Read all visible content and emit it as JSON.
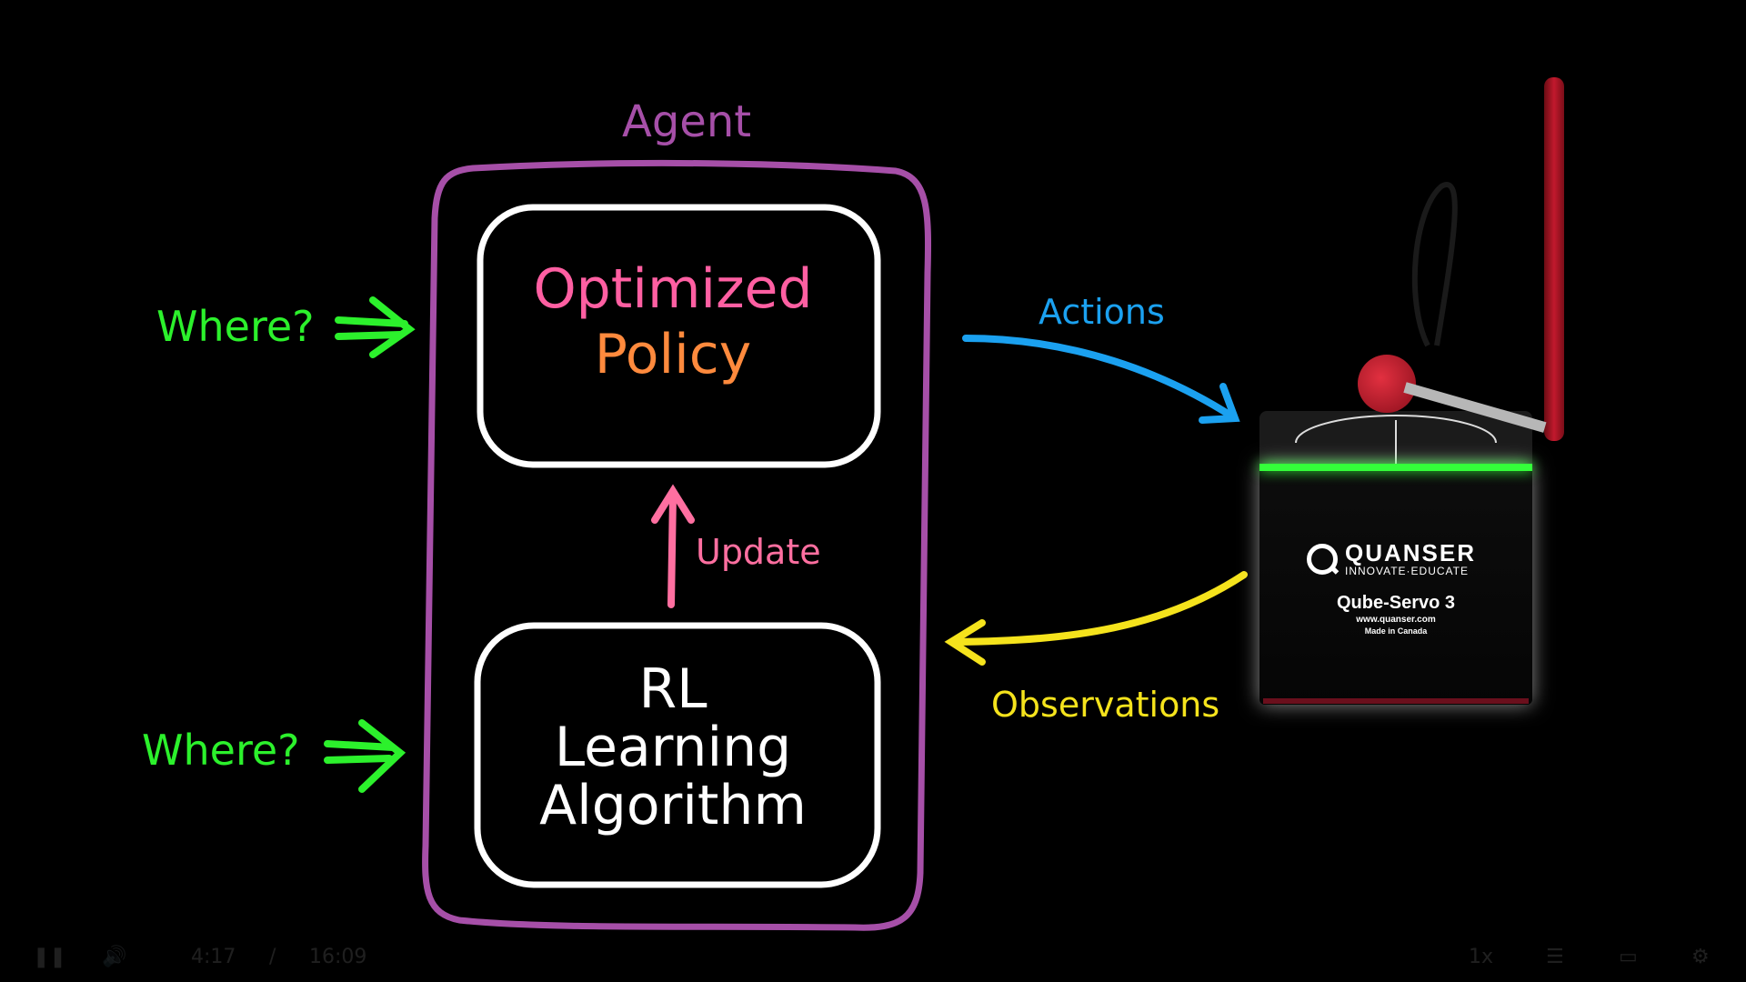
{
  "diagram": {
    "agent_label": "Agent",
    "where_top": "Where?",
    "where_bottom": "Where?",
    "policy_line1": "Optimized",
    "policy_line2": "Policy",
    "update_label": "Update",
    "rl_line1": "RL",
    "rl_line2": "Learning",
    "rl_line3": "Algorithm",
    "actions_label": "Actions",
    "observations_label": "Observations"
  },
  "device": {
    "brand": "QUANSER",
    "tagline": "INNOVATE·EDUCATE",
    "model": "Qube-Servo 3",
    "url": "www.quanser.com",
    "made_in": "Made in Canada"
  },
  "player": {
    "current_time": "4:17",
    "separator": "/",
    "duration": "16:09",
    "speed": "1x"
  },
  "colors": {
    "agent": "#a64fa8",
    "where": "#2cf12c",
    "policy_top": "#ff5fa2",
    "policy_bottom": "#ff8a3d",
    "update": "#ff6fa0",
    "actions": "#1ba1f0",
    "observations": "#f5e31c"
  },
  "icons": [
    "play-pause-icon",
    "volume-icon",
    "captions-icon",
    "picture-in-picture-icon",
    "settings-icon"
  ]
}
